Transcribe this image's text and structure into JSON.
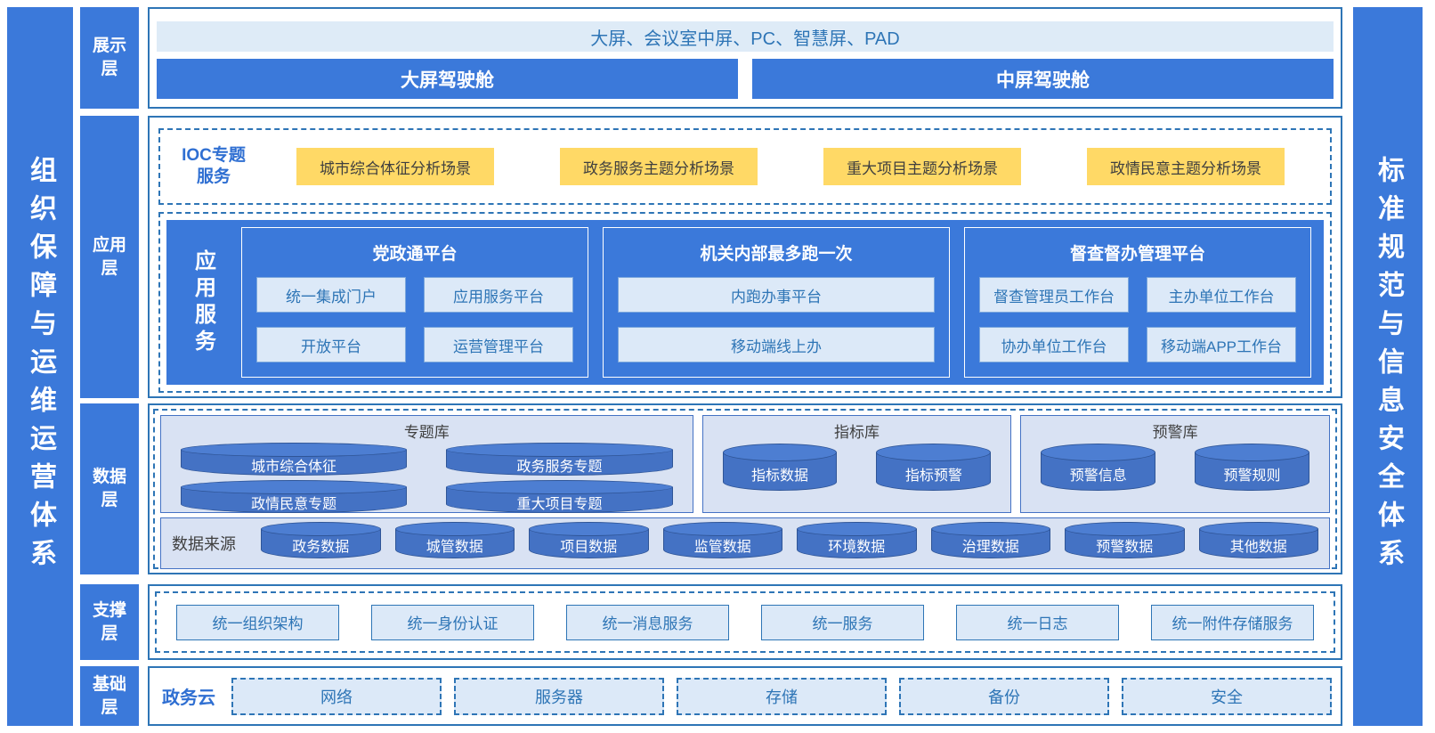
{
  "colors": {
    "primary_blue": "#3b79da",
    "border_blue": "#2e75b6",
    "cylinder_blue": "#4472c4",
    "cylinder_stroke": "#2f5597",
    "light_fill": "#dce9f8",
    "library_fill": "#d9e2f3",
    "devices_bar_fill": "#deebf7",
    "accent_yellow": "#ffd966",
    "text_blue": "#2e75b6",
    "text_dark": "#404040"
  },
  "left_sidebar": {
    "label": "组织保障与运维运营体系"
  },
  "right_sidebar": {
    "label": "标准规范与信息安全体系"
  },
  "layers": {
    "display": {
      "label": "展示层"
    },
    "application": {
      "label": "应用层"
    },
    "data": {
      "label": "数据层"
    },
    "support": {
      "label": "支撑层"
    },
    "base": {
      "label": "基础层"
    }
  },
  "display_layer": {
    "devices_bar": "大屏、会议室中屏、PC、智慧屏、PAD",
    "cockpits": [
      "大屏驾驶舱",
      "中屏驾驶舱"
    ]
  },
  "ioc": {
    "label": "IOC专题服务",
    "scenes": [
      "城市综合体征分析场景",
      "政务服务主题分析场景",
      "重大项目主题分析场景",
      "政情民意主题分析场景"
    ]
  },
  "app_services": {
    "label": "应用服务",
    "platforms": [
      {
        "title": "党政通平台",
        "items": [
          "统一集成门户",
          "应用服务平台",
          "开放平台",
          "运营管理平台"
        ]
      },
      {
        "title": "机关内部最多跑一次",
        "items": [
          "内跑办事平台",
          "移动端线上办"
        ]
      },
      {
        "title": "督查督办管理平台",
        "items": [
          "督查管理员工作台",
          "主办单位工作台",
          "协办单位工作台",
          "移动端APP工作台"
        ]
      }
    ]
  },
  "data_layer": {
    "libraries": [
      {
        "title": "专题库",
        "items": [
          "城市综合体征",
          "政务服务专题",
          "政情民意专题",
          "重大项目专题"
        ]
      },
      {
        "title": "指标库",
        "items": [
          "指标数据",
          "指标预警"
        ]
      },
      {
        "title": "预警库",
        "items": [
          "预警信息",
          "预警规则"
        ]
      }
    ],
    "sources": {
      "label": "数据来源",
      "items": [
        "政务数据",
        "城管数据",
        "项目数据",
        "监管数据",
        "环境数据",
        "治理数据",
        "预警数据",
        "其他数据"
      ]
    }
  },
  "support_layer": {
    "items": [
      "统一组织架构",
      "统一身份认证",
      "统一消息服务",
      "统一服务",
      "统一日志",
      "统一附件存储服务"
    ]
  },
  "base_layer": {
    "cloud_label": "政务云",
    "items": [
      "网络",
      "服务器",
      "存储",
      "备份",
      "安全"
    ]
  }
}
